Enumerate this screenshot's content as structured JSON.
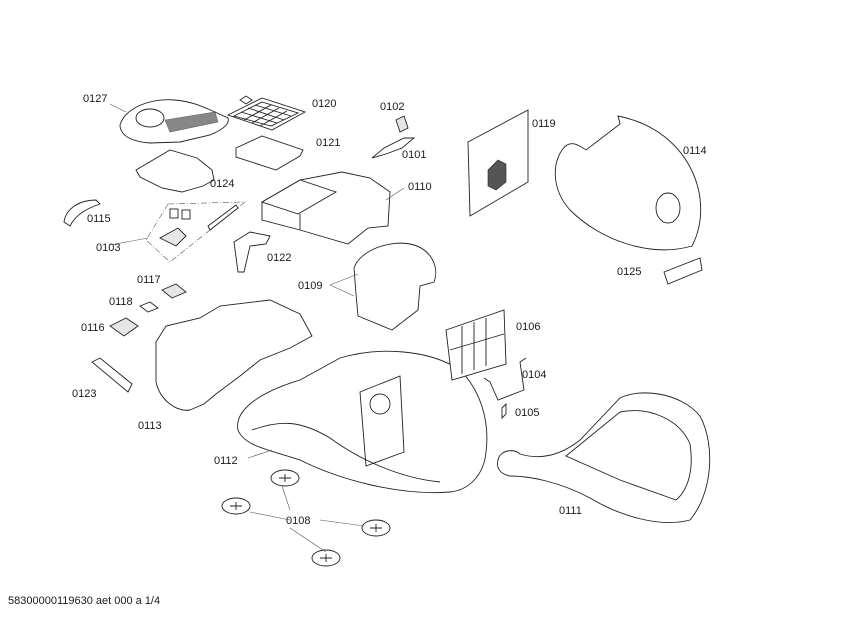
{
  "diagram": {
    "title": "Exploded parts diagram - vacuum cleaner",
    "footer_text": "58300000119630 aet 000 a 1/4",
    "colors": {
      "line": "#222222",
      "background": "#ffffff",
      "shading": "#e6e6e6"
    },
    "labels": [
      {
        "id": "0127",
        "text": "0127"
      },
      {
        "id": "0120",
        "text": "0120"
      },
      {
        "id": "0102",
        "text": "0102"
      },
      {
        "id": "0119",
        "text": "0119"
      },
      {
        "id": "0121",
        "text": "0121"
      },
      {
        "id": "0101",
        "text": "0101"
      },
      {
        "id": "0114",
        "text": "0114"
      },
      {
        "id": "0124",
        "text": "0124"
      },
      {
        "id": "0110",
        "text": "0110"
      },
      {
        "id": "0115",
        "text": "0115"
      },
      {
        "id": "0103",
        "text": "0103"
      },
      {
        "id": "0122",
        "text": "0122"
      },
      {
        "id": "0125",
        "text": "0125"
      },
      {
        "id": "0117",
        "text": "0117"
      },
      {
        "id": "0109",
        "text": "0109"
      },
      {
        "id": "0118",
        "text": "0118"
      },
      {
        "id": "0106",
        "text": "0106"
      },
      {
        "id": "0116",
        "text": "0116"
      },
      {
        "id": "0104",
        "text": "0104"
      },
      {
        "id": "0123",
        "text": "0123"
      },
      {
        "id": "0105",
        "text": "0105"
      },
      {
        "id": "0113",
        "text": "0113"
      },
      {
        "id": "0112",
        "text": "0112"
      },
      {
        "id": "0111",
        "text": "0111"
      },
      {
        "id": "0108",
        "text": "0108"
      }
    ]
  }
}
